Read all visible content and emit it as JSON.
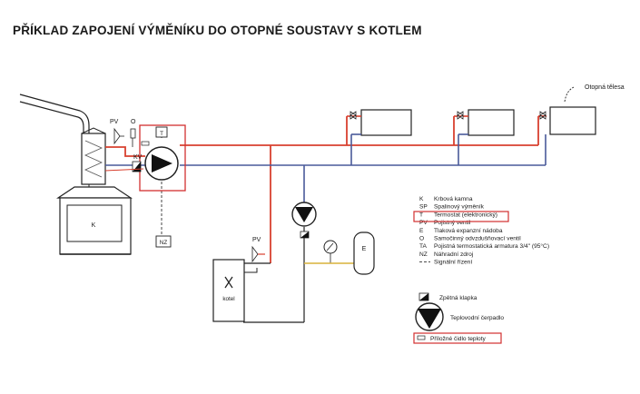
{
  "title": "PŘÍKLAD ZAPOJENÍ VÝMĚNÍKU DO OTOPNÉ SOUSTAVY S KOTLEM",
  "labels": {
    "radiators_note": "Otopná tělesa",
    "fireplace": "K",
    "boiler": "kotel",
    "pv_fireplace": "PV",
    "o_fireplace": "O",
    "kv": "KV",
    "thermostat": "T",
    "nz": "NZ",
    "pv_boiler": "PV",
    "expansion_tank": "E"
  },
  "legend": [
    {
      "code": "K",
      "text": "Krbová kamna"
    },
    {
      "code": "SP",
      "text": "Spalinový výměník"
    },
    {
      "code": "T",
      "text": "Termostat (elektronický)"
    },
    {
      "code": "PV",
      "text": "Pojistný ventil"
    },
    {
      "code": "E",
      "text": "Tlaková expanzní nádoba"
    },
    {
      "code": "O",
      "text": "Samočinný odvzdušňovací ventil"
    },
    {
      "code": "TA",
      "text": "Pojistná termostatická armatura 3/4\" (95°C)"
    },
    {
      "code": "NZ",
      "text": "Náhradní zdroj"
    },
    {
      "code": "",
      "text": "Signální řízení"
    }
  ],
  "symbols": {
    "check_valve": "Zpětná klapka",
    "pump": "Teplovodní čerpadlo",
    "sensor": "Příložné čidlo teploty"
  },
  "colors": {
    "supply_pipe": "#d8402f",
    "return_pipe": "#4a5a9a",
    "highlight_box": "#d23030",
    "expansion_line": "#d9b23a",
    "lines": "#222222"
  }
}
